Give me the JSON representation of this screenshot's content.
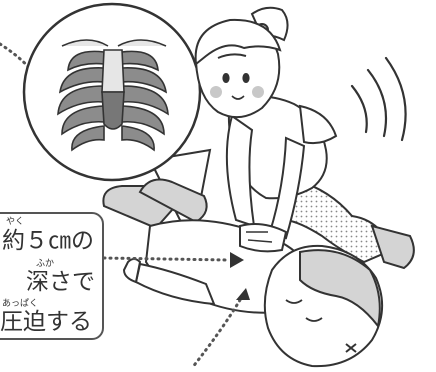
{
  "label": {
    "line1": "約５㎝の",
    "line2": "深さで",
    "line3": "圧迫する",
    "ruby_yaku": "やく",
    "ruby_fuka": "ふか",
    "ruby_appaku": "あっぱく"
  },
  "colors": {
    "outline": "#333333",
    "box_border": "#555555",
    "bone_gray": "#8c8c8c",
    "light_gray": "#d4d4d4",
    "blush": "#c8c8c8",
    "background": "#ffffff"
  }
}
